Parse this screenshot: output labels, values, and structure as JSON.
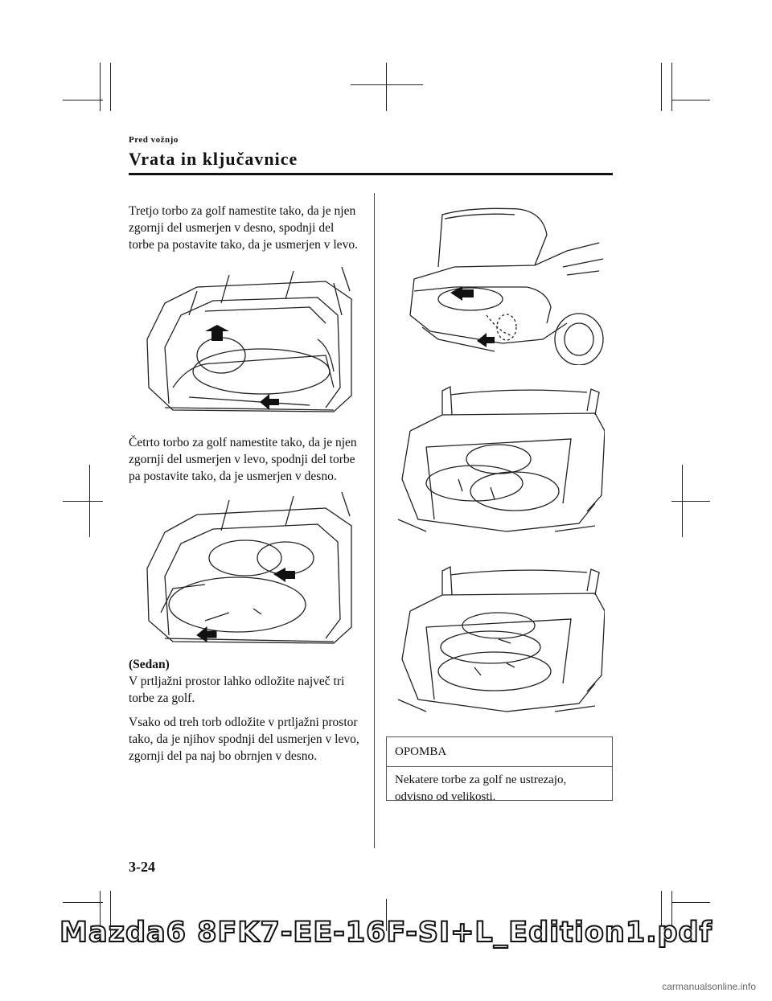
{
  "header": {
    "section": "Pred vožnjo",
    "title": "Vrata in ključavnice"
  },
  "left_column": {
    "para1": "Tretjo torbo za golf namestite tako, da je njen zgornji del usmerjen v desno, spodnji del torbe pa postavite tako, da je usmerjen v levo.",
    "para2": "Četrto torbo za golf namestite tako, da je njen zgornji del usmerjen v levo, spodnji del torbe pa postavite tako, da je usmerjen v desno.",
    "sedan_heading": "(Sedan)",
    "para3": "V prtljažni prostor lahko odložite največ tri torbe za golf.",
    "para4": "Vsako od treh torb odložite v prtljažni prostor tako, da je njihov spodnji del usmerjen v levo, zgornji del pa naj bo obrnjen v desno."
  },
  "note": {
    "heading": "OPOMBA",
    "body": "Nekatere torbe za golf ne ustrezajo, odvisno od velikosti."
  },
  "footer": {
    "page_number": "3-24",
    "watermark": "Mazda6 8FK7-EE-16F-SI+L_Edition1.pdf",
    "site": "carmanualsonline.info"
  }
}
